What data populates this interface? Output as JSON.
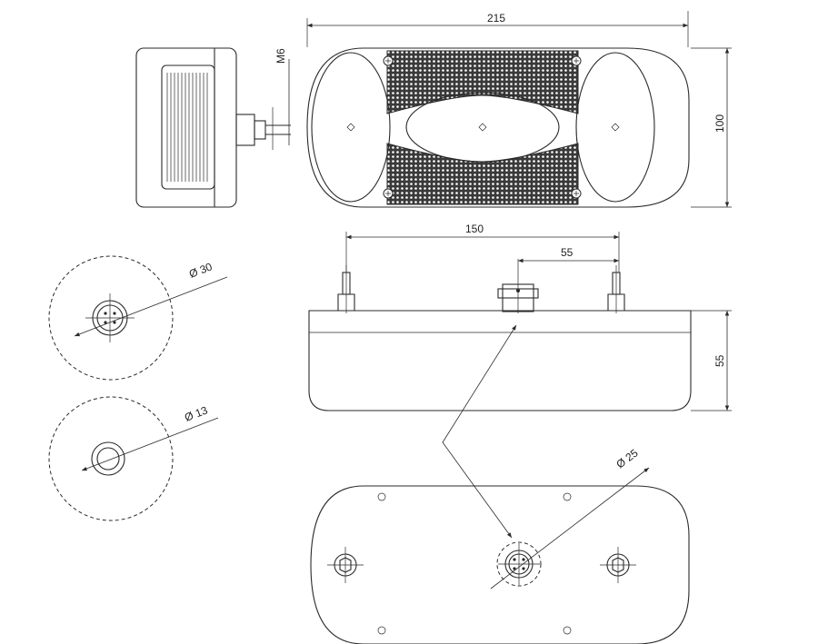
{
  "dimensions": {
    "width_top": "215",
    "height_right": "100",
    "bolt_thread": "M6",
    "bolt_spacing": "150",
    "connector_offset": "55",
    "depth": "55",
    "dia_30": "Ø 30",
    "dia_13": "Ø 13",
    "dia_25": "Ø 25"
  }
}
